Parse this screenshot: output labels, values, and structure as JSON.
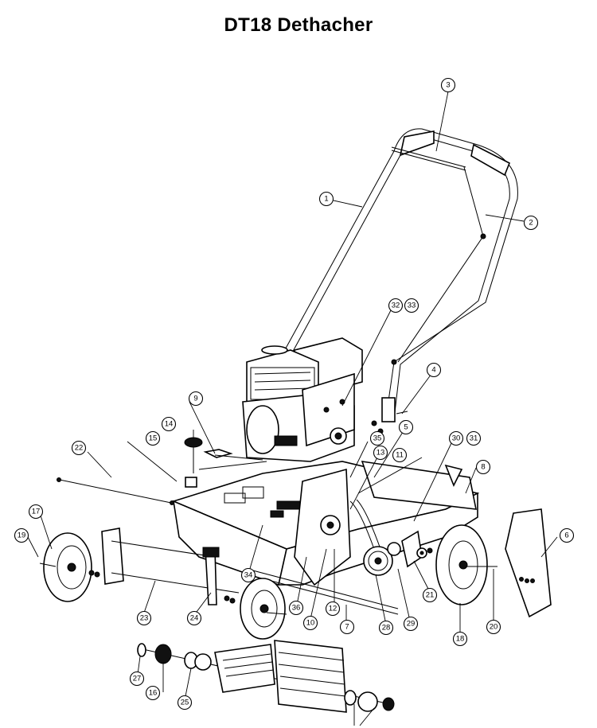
{
  "title": "DT18 Dethacher",
  "callouts": [
    {
      "id": "c1",
      "label": "1"
    },
    {
      "id": "c2",
      "label": "2"
    },
    {
      "id": "c3",
      "label": "3"
    },
    {
      "id": "c4",
      "label": "4"
    },
    {
      "id": "c5",
      "label": "5"
    },
    {
      "id": "c6",
      "label": "6"
    },
    {
      "id": "c7",
      "label": "7"
    },
    {
      "id": "c8",
      "label": "8"
    },
    {
      "id": "c9",
      "label": "9"
    },
    {
      "id": "c10",
      "label": "10"
    },
    {
      "id": "c11",
      "label": "11"
    },
    {
      "id": "c12",
      "label": "12"
    },
    {
      "id": "c13",
      "label": "13"
    },
    {
      "id": "c14",
      "label": "14"
    },
    {
      "id": "c15",
      "label": "15"
    },
    {
      "id": "c16",
      "label": "16"
    },
    {
      "id": "c17",
      "label": "17"
    },
    {
      "id": "c18",
      "label": "18"
    },
    {
      "id": "c19",
      "label": "19"
    },
    {
      "id": "c20",
      "label": "20"
    },
    {
      "id": "c21",
      "label": "21"
    },
    {
      "id": "c22",
      "label": "22"
    },
    {
      "id": "c23",
      "label": "23"
    },
    {
      "id": "c24",
      "label": "24"
    },
    {
      "id": "c25",
      "label": "25"
    },
    {
      "id": "c27",
      "label": "27"
    },
    {
      "id": "c28",
      "label": "28"
    },
    {
      "id": "c29",
      "label": "29"
    },
    {
      "id": "c30",
      "label": "30"
    },
    {
      "id": "c31",
      "label": "31"
    },
    {
      "id": "c32",
      "label": "32"
    },
    {
      "id": "c33",
      "label": "33"
    },
    {
      "id": "c34",
      "label": "34"
    },
    {
      "id": "c35",
      "label": "35"
    },
    {
      "id": "c36",
      "label": "36"
    }
  ]
}
